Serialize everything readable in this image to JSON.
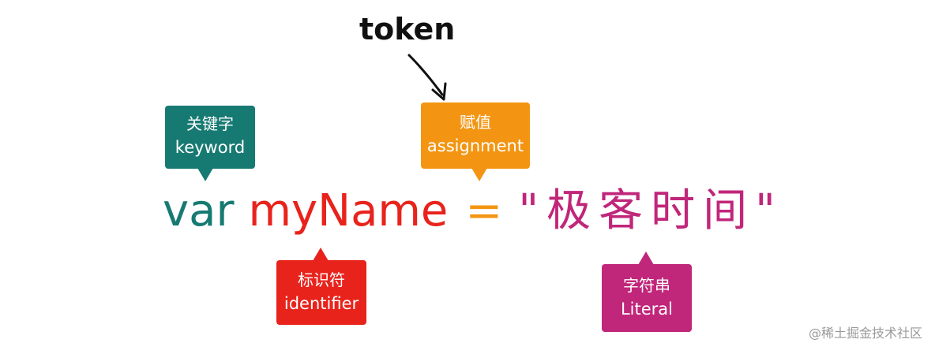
{
  "code": {
    "keyword": "var",
    "identifier": "myName",
    "operator": "=",
    "literal": "\"极客时间\""
  },
  "labels": {
    "keyword": {
      "zh": "关键字",
      "en": "keyword"
    },
    "assignment": {
      "zh": "赋值",
      "en": "assignment"
    },
    "identifier": {
      "zh": "标识符",
      "en": "identifier"
    },
    "literal": {
      "zh": "字符串",
      "en": "Literal"
    }
  },
  "annotation": {
    "token": "token"
  },
  "watermark": "@稀土掘金技术社区",
  "colors": {
    "keyword": "#177a72",
    "identifier": "#e8231c",
    "assignment": "#f39512",
    "literal": "#c0267a"
  }
}
